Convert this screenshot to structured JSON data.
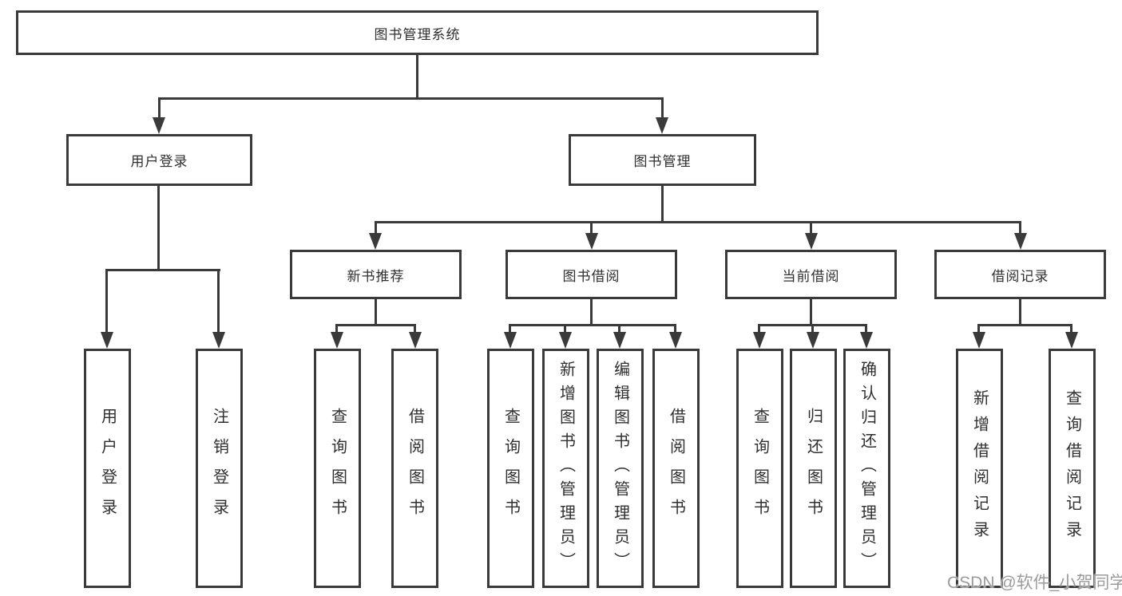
{
  "title": "图书管理系统",
  "watermark": "CSDN @软件_小贺同学",
  "colors": {
    "line": "#3a3a3a",
    "text": "#2f2f2f",
    "watermark": "#9b9b9b",
    "background": "#ffffff"
  },
  "nodes": {
    "root": "图书管理系统",
    "level2": [
      "用户登录",
      "图书管理"
    ],
    "level3": [
      "新书推荐",
      "图书借阅",
      "当前借阅",
      "借阅记录"
    ],
    "leaves": [
      "用户登录",
      "注销登录",
      "查询图书",
      "借阅图书",
      "查询图书",
      "新增图书（管理员）",
      "编辑图书（管理员）",
      "借阅图书",
      "查询图书",
      "归还图书",
      "确认归还（管理员）",
      "新增借阅记录",
      "查询借阅记录"
    ]
  },
  "hierarchy": {
    "用户登录": [
      "用户登录",
      "注销登录"
    ],
    "图书管理": [
      "新书推荐",
      "图书借阅",
      "当前借阅",
      "借阅记录"
    ],
    "新书推荐": [
      "查询图书",
      "借阅图书"
    ],
    "图书借阅": [
      "查询图书",
      "新增图书（管理员）",
      "编辑图书（管理员）",
      "借阅图书"
    ],
    "当前借阅": [
      "查询图书",
      "归还图书",
      "确认归还（管理员）"
    ],
    "借阅记录": [
      "新增借阅记录",
      "查询借阅记录"
    ]
  }
}
